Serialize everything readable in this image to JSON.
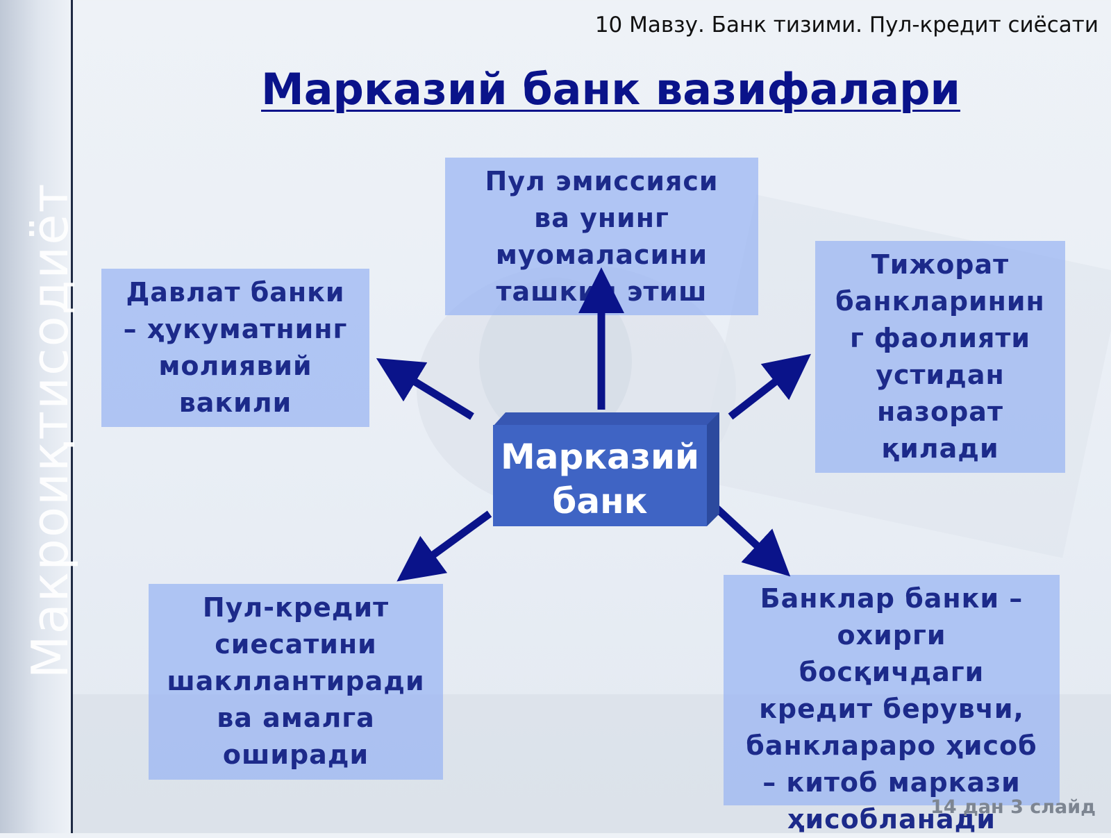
{
  "header": {
    "topic": "10 Мавзу. Банк тизими. Пул-кредит сиёсати",
    "title": "Марказий банк вазифалари"
  },
  "sidebar": {
    "text": "Макроиқтисодиёт"
  },
  "diagram": {
    "center": {
      "label": "Марказий\nбанк"
    },
    "nodes": {
      "top": "Пул эмиссияси\nва унинг\nмуомаласини\nташкил этиш",
      "left": "Давлат банки\n– ҳукуматнинг\nмолиявий\nвакили",
      "right": "Тижорат\nбанкларинин\nг фаолияти\nустидан\nназорат\nқилади",
      "bottom_left": "Пул-кредит\nсиесатини\nшакллантиради\nва амалга\nоширади",
      "bottom_right": "Банклар банки –\nохирги\nбосқичдаги\nкредит берувчи,\nбанклараро  ҳисоб\n– китоб маркази\nҳисобланади"
    }
  },
  "footer": {
    "slide_number": "14 дан 3 слайд"
  },
  "colors": {
    "title": "#0a138a",
    "box_fill": "#99b4f2",
    "box_text": "#1c2a8a",
    "center_fill": "#3f64c4",
    "arrow": "#0a138a"
  }
}
